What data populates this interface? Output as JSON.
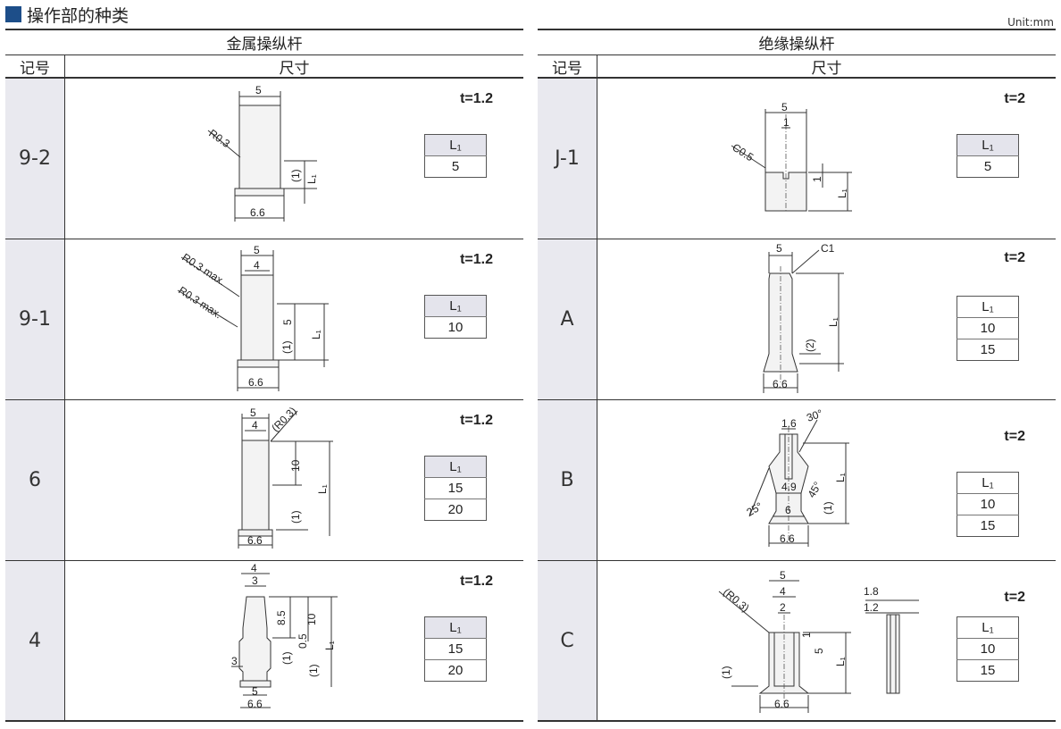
{
  "page": {
    "title": "操作部的种类",
    "unit": "Unit:mm",
    "brand_color": "#1d4e89",
    "header_code": "记号",
    "header_dim": "尺寸"
  },
  "tables": [
    {
      "title": "金属操纵杆",
      "rows": [
        {
          "code": "9-2",
          "thickness": "t=1.2",
          "l_header": "L₁",
          "l_values": [
            "5"
          ],
          "dims": {
            "w": "5",
            "r": "R0.3",
            "h1": "(1)",
            "l": "L₁",
            "base": "6.6"
          }
        },
        {
          "code": "9-1",
          "thickness": "t=1.2",
          "l_header": "L₁",
          "l_values": [
            "10"
          ],
          "dims": {
            "w": "5",
            "w2": "4",
            "r1": "R0.3 max.",
            "r2": "R0.3 max.",
            "h": "5",
            "h1": "(1)",
            "l": "L₁",
            "base": "6.6"
          }
        },
        {
          "code": "6",
          "thickness": "t=1.2",
          "l_header": "L₁",
          "l_values": [
            "15",
            "20"
          ],
          "dims": {
            "w": "5",
            "w2": "4",
            "r": "(R0.3)",
            "h": "10",
            "h1": "(1)",
            "l": "L₁",
            "base": "6.6"
          }
        },
        {
          "code": "4",
          "thickness": "t=1.2",
          "l_header": "L₁",
          "l_values": [
            "15",
            "20"
          ],
          "dims": {
            "w": "4",
            "w2": "3",
            "h1": "8.5",
            "h2": "10",
            "g": "0.5",
            "h3": "(1)",
            "n": "3",
            "h4": "(1)",
            "l": "L₁",
            "b1": "5",
            "base": "6.6"
          }
        }
      ]
    },
    {
      "title": "绝缘操纵杆",
      "rows": [
        {
          "code": "J-1",
          "thickness": "t=2",
          "l_header": "L₁",
          "l_values": [
            "5"
          ],
          "dims": {
            "w": "5",
            "w2": "1",
            "c": "C0.5",
            "h": "1",
            "l": "L₁"
          }
        },
        {
          "code": "A",
          "thickness": "t=2",
          "l_header": "L₁",
          "l_values": [
            "10",
            "15"
          ],
          "dims": {
            "w": "5",
            "c": "C1",
            "l": "L₁",
            "h": "(2)",
            "base": "6.6"
          }
        },
        {
          "code": "B",
          "thickness": "t=2",
          "l_header": "L₁",
          "l_values": [
            "10",
            "15"
          ],
          "dims": {
            "w": "1.6",
            "a1": "30°",
            "w2": "4.9",
            "a2": "45°",
            "a3": "25°",
            "w3": "6",
            "h": "(1)",
            "l": "L₁",
            "base": "6.6"
          }
        },
        {
          "code": "C",
          "thickness": "t=2",
          "l_header": "L₁",
          "l_values": [
            "10",
            "15"
          ],
          "dims": {
            "w": "5",
            "w2": "4",
            "w3": "2",
            "r": "(R0.3)",
            "h1": "1",
            "h2": "5",
            "h3": "(1)",
            "l": "L₁",
            "base": "6.6",
            "s1": "1.8",
            "s2": "1.2"
          }
        }
      ]
    }
  ]
}
